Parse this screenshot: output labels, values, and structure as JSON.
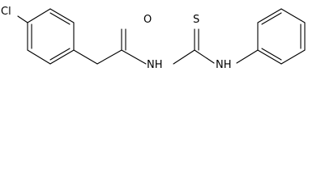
{
  "molecule": {
    "atoms": [
      {
        "id": "cl",
        "label": "Cl"
      },
      {
        "id": "o",
        "label": "O"
      },
      {
        "id": "nh1",
        "label": "NH"
      },
      {
        "id": "s",
        "label": "S"
      },
      {
        "id": "nh2",
        "label": "NH"
      }
    ]
  }
}
